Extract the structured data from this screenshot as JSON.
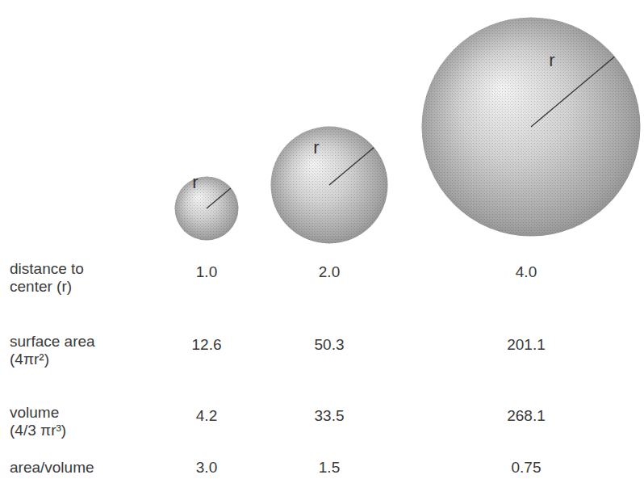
{
  "diagram": {
    "nodes": [
      {
        "text": [
          "r"
        ]
      },
      {
        "text": [
          "r"
        ]
      },
      {
        "text": [
          "r"
        ]
      }
    ],
    "labels": [
      "distance to center (r)",
      "1.0",
      "2.0",
      "4.0",
      "surface area (4πr²)",
      "12.6",
      "50.3",
      "201.1",
      "volume (4/3 πr³)",
      "4.2",
      "33.5",
      "268.1",
      "area/volume",
      "3.0",
      "1.5",
      "0.75"
    ]
  }
}
